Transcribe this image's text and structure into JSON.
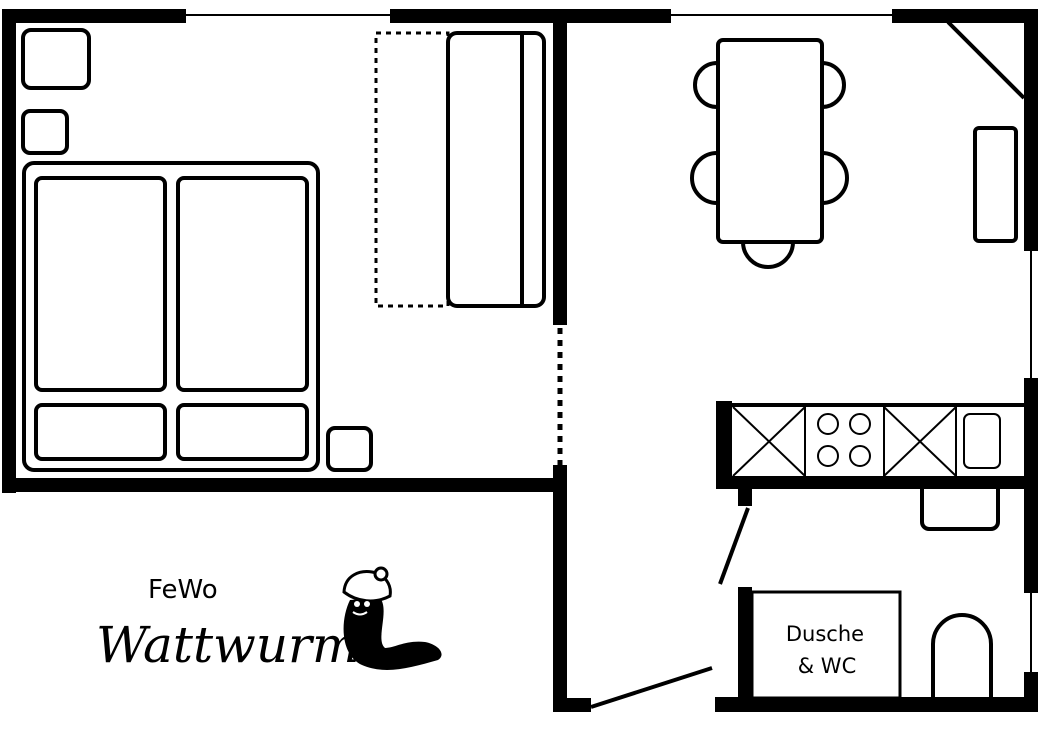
{
  "rooms": {
    "bathroom_label_line1": "Dusche",
    "bathroom_label_line2": "& WC"
  },
  "logo": {
    "line1": "FeWo",
    "line2": "Wattwurm"
  }
}
